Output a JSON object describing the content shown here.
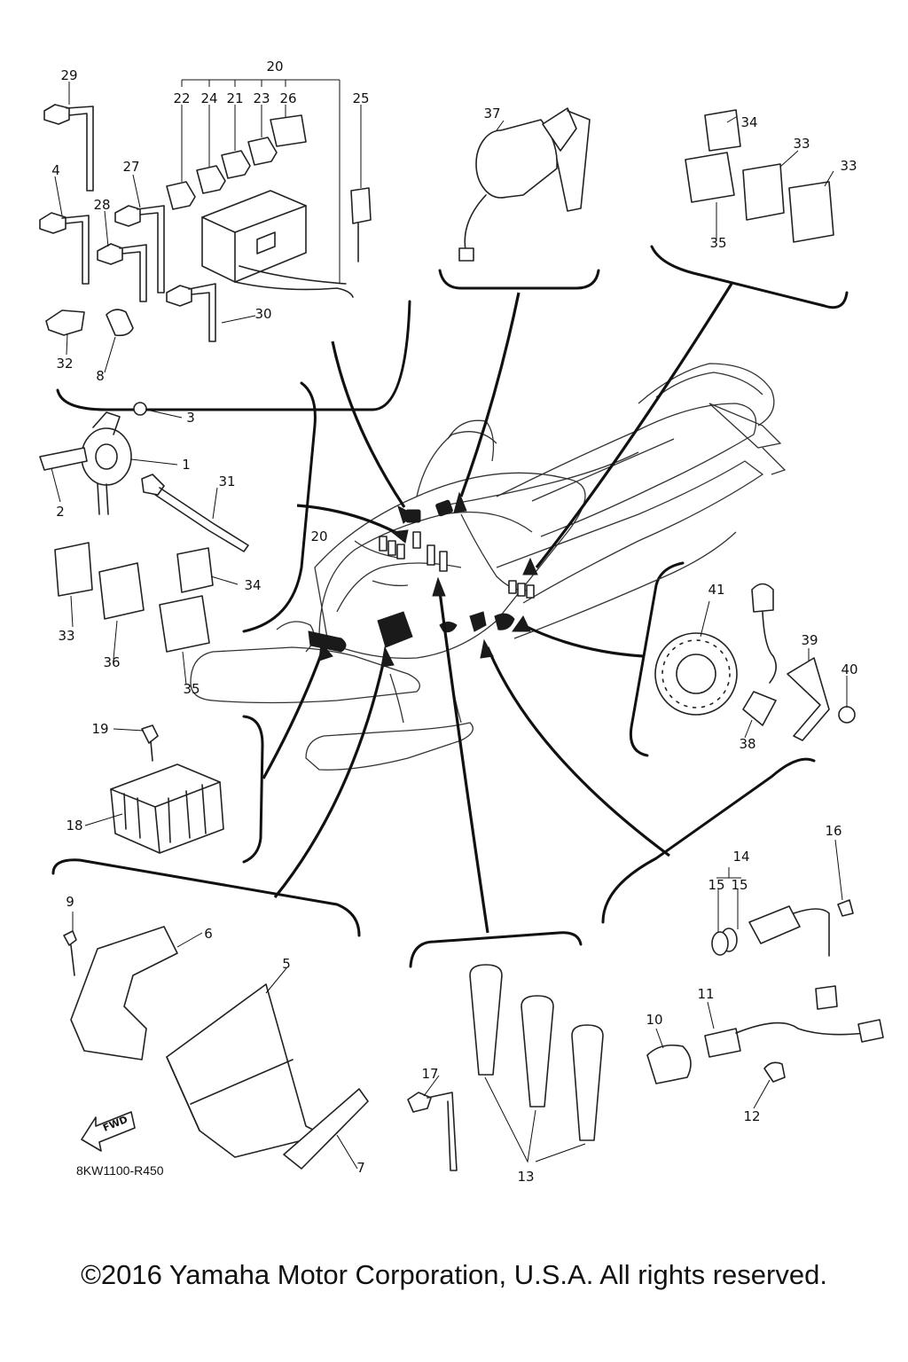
{
  "diagram_code": "8KW1100-R450",
  "fwd_label": "FWD",
  "copyright": "©2016 Yamaha Motor Corporation, U.S.A. All rights reserved.",
  "callouts": {
    "p1": "1",
    "p2": "2",
    "p3": "3",
    "p4": "4",
    "p5": "5",
    "p6": "6",
    "p7": "7",
    "p8": "8",
    "p9": "9",
    "p10": "10",
    "p11": "11",
    "p12": "12",
    "p13": "13",
    "p14": "14",
    "p15a": "15",
    "p15b": "15",
    "p16": "16",
    "p17": "17",
    "p18": "18",
    "p19": "19",
    "p20": "20",
    "p20b": "20",
    "p21": "21",
    "p22": "22",
    "p23": "23",
    "p24": "24",
    "p25": "25",
    "p26": "26",
    "p27": "27",
    "p28": "28",
    "p29": "29",
    "p30": "30",
    "p31": "31",
    "p32": "32",
    "p33a": "33",
    "p33b": "33",
    "p33c": "33",
    "p34a": "34",
    "p34b": "34",
    "p35a": "35",
    "p35b": "35",
    "p36": "36",
    "p37": "37",
    "p38": "38",
    "p39": "39",
    "p40": "40",
    "p41": "41"
  }
}
